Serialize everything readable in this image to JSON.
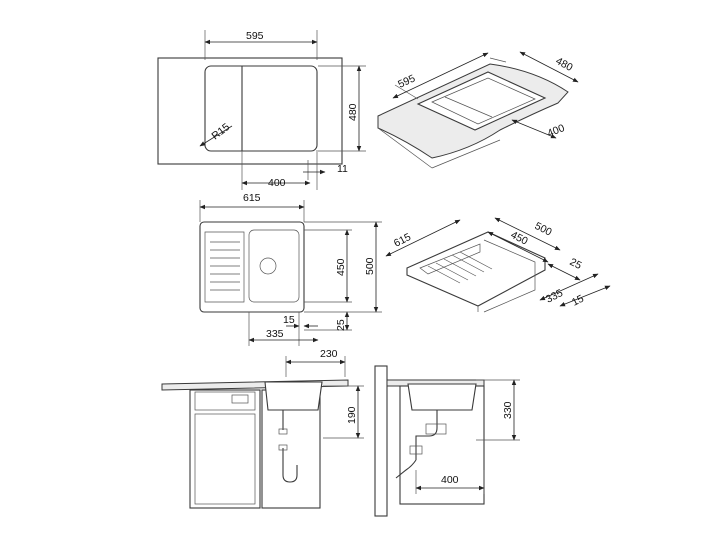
{
  "views": {
    "top_sink_plain": {
      "width": "595",
      "depth": "480",
      "radius": "R15",
      "inset": "400",
      "offset": "11"
    },
    "iso_sink_plain": {
      "width": "595",
      "depth": "480",
      "inset": "400"
    },
    "top_sink_drainer": {
      "width": "615",
      "bowl_depth": "450",
      "depth": "500",
      "edge": "15",
      "bowl_width": "335",
      "front": "25"
    },
    "iso_sink_drainer": {
      "width": "615",
      "depth": "500",
      "bowl_depth": "450",
      "front": "25",
      "bowl_width": "335",
      "edge": "15"
    },
    "front_install": {
      "offset": "230",
      "height": "190"
    },
    "side_install": {
      "height": "330",
      "distance": "400"
    }
  }
}
